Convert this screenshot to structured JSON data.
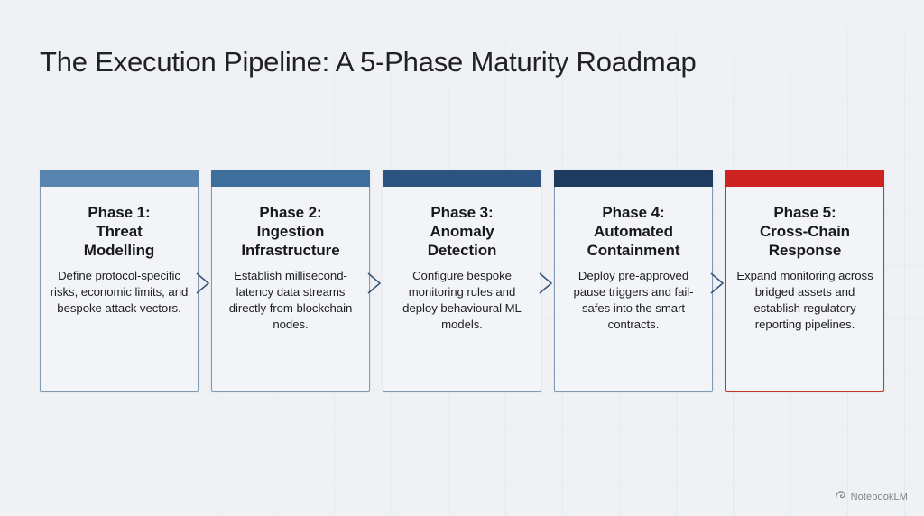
{
  "slide": {
    "title": "The Execution Pipeline: A 5-Phase Maturity Roadmap",
    "background_color": "#eff1f4"
  },
  "pipeline": {
    "phases": [
      {
        "title": "Phase 1:\nThreat Modelling",
        "title_line1": "Phase 1:",
        "title_line2": "Threat",
        "title_line3": "Modelling",
        "description": "Define protocol-specific risks, economic limits, and bespoke attack vectors.",
        "header_color": "#5a84b0",
        "border_color": "#7e9ab5"
      },
      {
        "title": "Phase 2:\nIngestion Infrastructure",
        "title_line1": "Phase 2:",
        "title_line2": "Ingestion",
        "title_line3": "Infrastructure",
        "description": "Establish millisecond-latency data streams directly from blockchain nodes.",
        "header_color": "#3d6e9c",
        "border_color": "#7e9ab5"
      },
      {
        "title": "Phase 3:\nAnomaly Detection",
        "title_line1": "Phase 3:",
        "title_line2": "Anomaly",
        "title_line3": "Detection",
        "description": "Configure bespoke monitoring rules and deploy behavioural ML models.",
        "header_color": "#2d5480",
        "border_color": "#7e9ab5"
      },
      {
        "title": "Phase 4:\nAutomated Containment",
        "title_line1": "Phase 4:",
        "title_line2": "Automated",
        "title_line3": "Containment",
        "description": "Deploy pre-approved pause triggers and fail-safes into the smart contracts.",
        "header_color": "#1e3a5f",
        "border_color": "#7e9ab5"
      },
      {
        "title": "Phase 5:\nCross-Chain Response",
        "title_line1": "Phase 5:",
        "title_line2": "Cross-Chain",
        "title_line3": "Response",
        "description": "Expand monitoring across bridged assets and establish regulatory reporting pipelines.",
        "header_color": "#cc2222",
        "border_color": "#c0392b"
      }
    ]
  },
  "footer": {
    "watermark_label": "NotebookLM",
    "watermark_icon": "notebooklm-logo-icon"
  }
}
